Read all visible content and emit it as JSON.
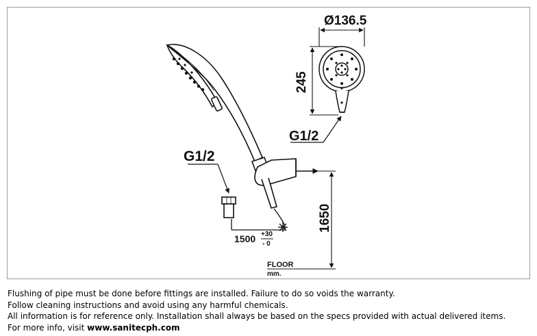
{
  "dimensions": {
    "diameter": "Ø136.5",
    "head_height": "245",
    "thread_top": "G1/2",
    "thread_left": "G1/2",
    "height": "1650",
    "hose_length": "1500",
    "hose_tol_plus": "+30",
    "hose_tol_minus": "- 0",
    "floor_label": "FLOOR",
    "unit_label": "mm."
  },
  "notes": {
    "line1": "Flushing of pipe must be done before fittings are installed. Failure to do so voids the warranty.",
    "line2": "Follow cleaning instructions and avoid using any harmful chemicals.",
    "line3": "All information is for reference only. Installation shall always be based on the specs provided with actual delivered items.",
    "line4_prefix": "For more info, visit ",
    "line4_link": "www.sanitecph.com"
  }
}
